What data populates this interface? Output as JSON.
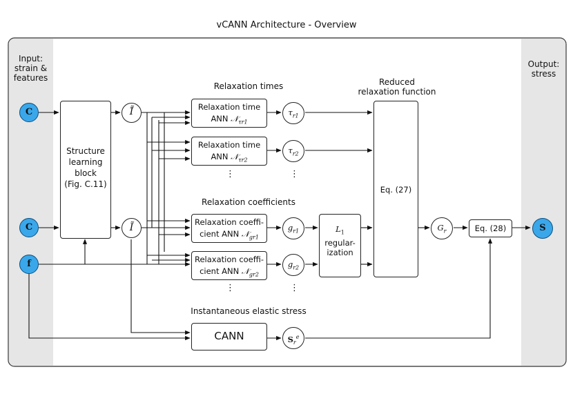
{
  "title": "vCANN Architecture - Overview",
  "input_label": "Input:\nstrain &\nfeatures",
  "output_label": "Output:\nstress",
  "inputs": {
    "c1": "C",
    "c2": "C",
    "f": "f"
  },
  "output_node": "S",
  "structure_block": "Structure\nlearning\nblock\n(Fig. C.11)",
  "invariants": {
    "top": "Ĩ̃",
    "bottom": "Ĩ"
  },
  "section_labels": {
    "relaxation_times": "Relaxation times",
    "reduced": "Reduced\nrelaxation function",
    "relaxation_coefficients": "Relaxation coefficients",
    "instantaneous": "Instantaneous elastic stress"
  },
  "tau_boxes": [
    {
      "label": "Relaxation time",
      "ann": "ANN",
      "net_symbol": "𝒩",
      "net_sub": "τr1"
    },
    {
      "label": "Relaxation time",
      "ann": "ANN",
      "net_symbol": "𝒩",
      "net_sub": "τr2"
    }
  ],
  "g_boxes": [
    {
      "label": "Relaxation coeffi-",
      "ann": "cient ANN",
      "net_symbol": "𝒩",
      "net_sub": "gr1"
    },
    {
      "label": "Relaxation coeffi-",
      "ann": "cient ANN",
      "net_symbol": "𝒩",
      "net_sub": "gr2"
    }
  ],
  "tau_nodes": [
    {
      "sym": "τ",
      "sub": "r1"
    },
    {
      "sym": "τ",
      "sub": "r2"
    }
  ],
  "g_nodes": [
    {
      "sym": "g",
      "sub": "r1"
    },
    {
      "sym": "g",
      "sub": "r2"
    }
  ],
  "l1_box": {
    "sym": "L",
    "sub": "1",
    "text": "regular-\nization"
  },
  "eq27": "Eq. (27)",
  "gr_node": {
    "sym": "G",
    "sub": "r"
  },
  "eq28": "Eq. (28)",
  "cann": "CANN",
  "se_node": {
    "sym": "S",
    "sub": "r",
    "sup": "e"
  },
  "dots": "⋮"
}
